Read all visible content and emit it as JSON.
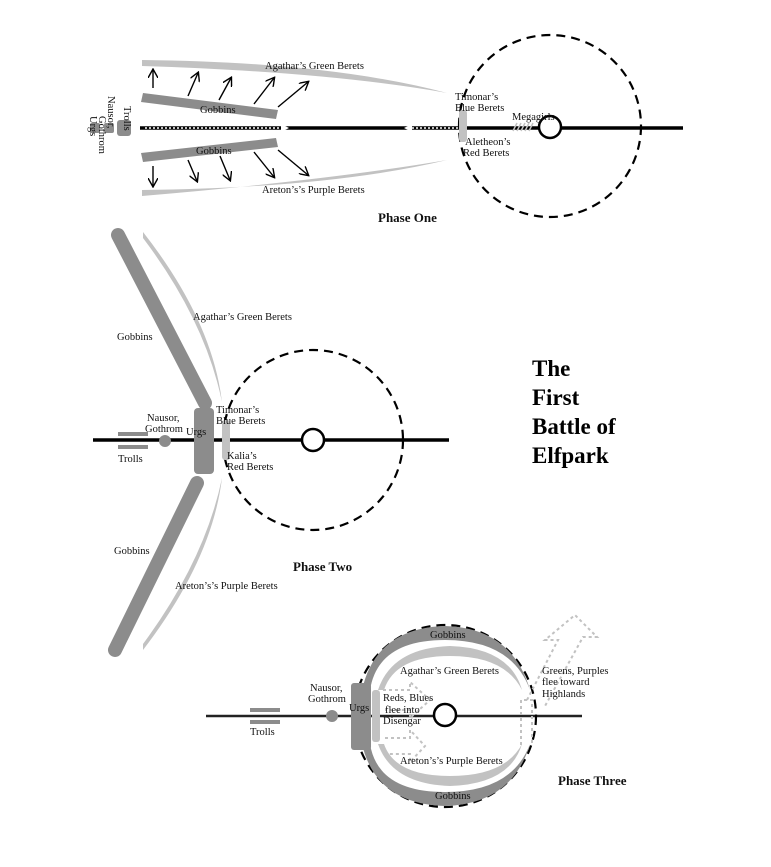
{
  "title": {
    "line1": "The",
    "line2": "First",
    "line3": "Battle of",
    "line4": "Elfpark"
  },
  "colors": {
    "dark_gray": "#8c8c8c",
    "light_gray": "#c2c2c2",
    "black": "#000000"
  },
  "phase_one": {
    "heading": "Phase One",
    "green_berets": "Agathar’s Green Berets",
    "gobbins_top": "Gobbins",
    "gobbins_bottom": "Gobbins",
    "purple_berets": "Areton’s’s Purple Berets",
    "blue_berets_1": "Timonar’s",
    "blue_berets_2": "Blue Berets",
    "megagirls": "Megagirls",
    "red_berets_1": "Aletheon’s",
    "red_berets_2": "Red Berets",
    "trolls": "Trolls",
    "nausor_1": "Nausor,",
    "nausor_2": "Gothrom",
    "urgs": "Urgs"
  },
  "phase_two": {
    "heading": "Phase Two",
    "gobbins_top": "Gobbins",
    "green_berets": "Agathar’s Green Berets",
    "nausor_1": "Nausor,",
    "nausor_2": "Gothrom",
    "urgs": "Urgs",
    "trolls": "Trolls",
    "blue_berets_1": "Timonar’s",
    "blue_berets_2": "Blue Berets",
    "red_berets_1": "Kalia’s",
    "red_berets_2": "Red Berets",
    "gobbins_bottom": "Gobbins",
    "purple_berets": "Areton’s’s Purple Berets"
  },
  "phase_three": {
    "heading": "Phase Three",
    "gobbins_top": "Gobbins",
    "green_berets": "Agathar’s Green Berets",
    "flee_1": "Greens, Purples",
    "flee_2": "flee toward",
    "flee_3": "Highlands",
    "nausor_1": "Nausor,",
    "nausor_2": "Gothrom",
    "urgs": "Urgs",
    "reds_1": "Reds, Blues",
    "reds_2": "flee into",
    "reds_3": "Disengar",
    "trolls": "Trolls",
    "purple_berets": "Areton’s’s Purple Berets",
    "gobbins_bottom": "Gobbins"
  }
}
